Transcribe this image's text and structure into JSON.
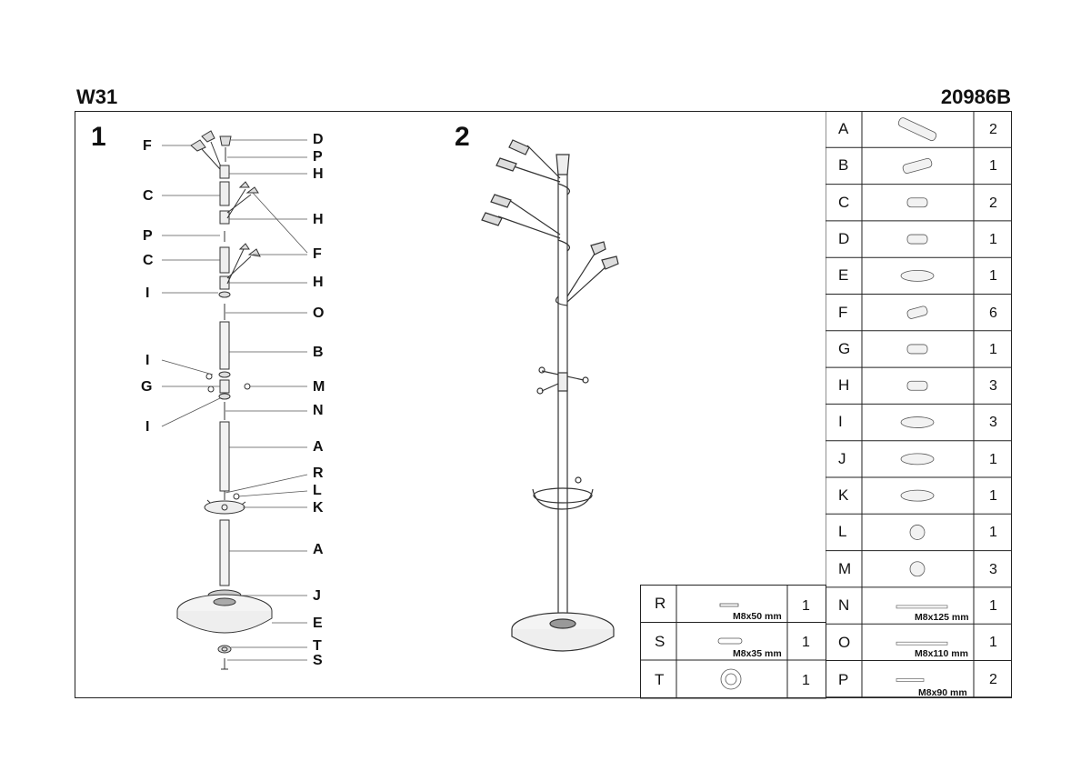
{
  "header": {
    "model": "W31",
    "code": "20986B"
  },
  "steps": [
    "1",
    "2"
  ],
  "callouts_left": [
    "F",
    "C",
    "P",
    "C",
    "I",
    "I",
    "G",
    "I"
  ],
  "callouts_right": [
    "D",
    "P",
    "H",
    "H",
    "F",
    "H",
    "O",
    "B",
    "M",
    "N",
    "A",
    "R",
    "L",
    "K",
    "A",
    "J",
    "E",
    "T",
    "S"
  ],
  "parts": [
    {
      "letter": "A",
      "qty": "2",
      "icon": "long-tube-icon"
    },
    {
      "letter": "B",
      "qty": "1",
      "icon": "short-tube-icon"
    },
    {
      "letter": "C",
      "qty": "2",
      "icon": "connector-tube-icon"
    },
    {
      "letter": "D",
      "qty": "1",
      "icon": "top-cap-icon"
    },
    {
      "letter": "E",
      "qty": "1",
      "icon": "round-base-icon"
    },
    {
      "letter": "F",
      "qty": "6",
      "icon": "hook-tip-icon"
    },
    {
      "letter": "G",
      "qty": "1",
      "icon": "knob-hub-icon"
    },
    {
      "letter": "H",
      "qty": "3",
      "icon": "arm-hub-icon"
    },
    {
      "letter": "I",
      "qty": "3",
      "icon": "washer-disc-icon"
    },
    {
      "letter": "J",
      "qty": "1",
      "icon": "base-plate-icon"
    },
    {
      "letter": "K",
      "qty": "1",
      "icon": "umbrella-tray-icon"
    },
    {
      "letter": "L",
      "qty": "1",
      "icon": "ball-knob-icon"
    },
    {
      "letter": "M",
      "qty": "3",
      "icon": "small-ball-icon"
    }
  ],
  "hardware": [
    {
      "letter": "R",
      "dim": "M8x50 mm",
      "qty": "1",
      "icon": "bolt-icon"
    },
    {
      "letter": "S",
      "dim": "M8x35 mm",
      "qty": "1",
      "icon": "screw-icon"
    },
    {
      "letter": "T",
      "dim": "",
      "qty": "1",
      "icon": "washer-icon"
    },
    {
      "letter": "N",
      "dim": "M8x125 mm",
      "qty": "1",
      "icon": "threaded-rod-icon"
    },
    {
      "letter": "O",
      "dim": "M8x110 mm",
      "qty": "1",
      "icon": "threaded-rod-icon"
    },
    {
      "letter": "P",
      "dim": "M8x90 mm",
      "qty": "2",
      "icon": "threaded-rod-icon"
    }
  ]
}
